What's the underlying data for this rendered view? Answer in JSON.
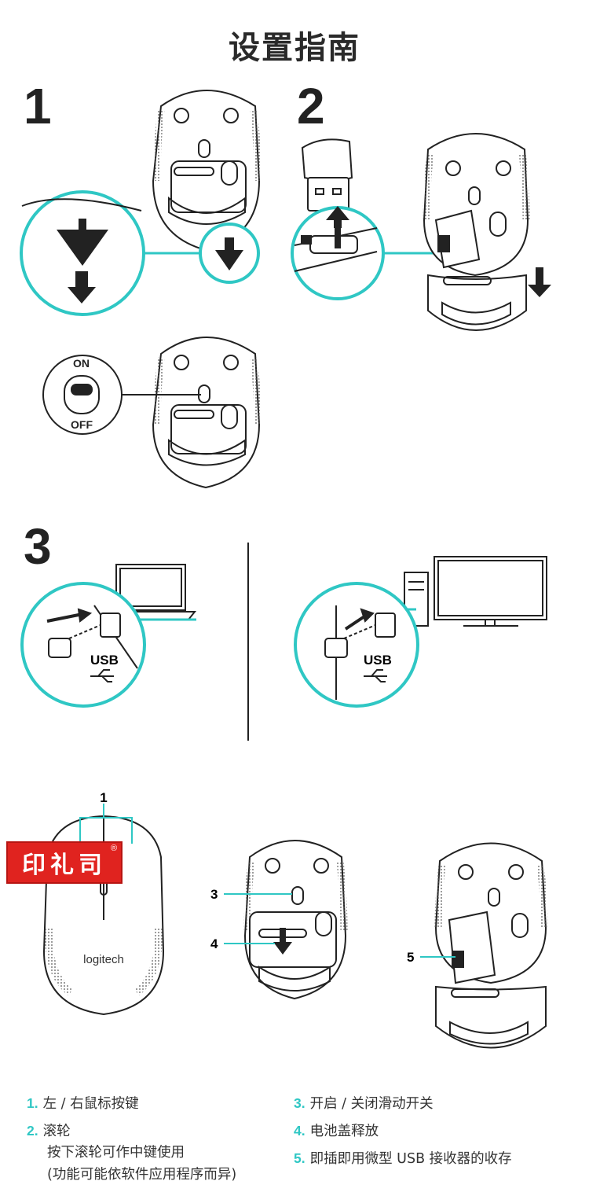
{
  "title": "设置指南",
  "steps": {
    "s1": "1",
    "s2": "2",
    "s3": "3"
  },
  "switch_labels": {
    "on": "ON",
    "off": "OFF"
  },
  "usb": {
    "label_left": "USB",
    "label_right": "USB"
  },
  "brand": {
    "logo_text": "logitech"
  },
  "callouts": {
    "c1": "1",
    "c3": "3",
    "c4": "4",
    "c5": "5"
  },
  "stamp": {
    "text": "印礼司",
    "mark": "®"
  },
  "legend": [
    {
      "num": "1.",
      "text": "左 / 右鼠标按键"
    },
    {
      "num": "2.",
      "text": "滚轮"
    },
    {
      "num": "",
      "text": "按下滚轮可作中键使用"
    },
    {
      "num": "",
      "text": "(功能可能依软件应用程序而异)"
    },
    {
      "num": "3.",
      "text": "开启 / 关闭滑动开关"
    },
    {
      "num": "4.",
      "text": "电池盖释放"
    },
    {
      "num": "5.",
      "text": "即插即用微型 USB 接收器的收存"
    }
  ],
  "colors": {
    "accent": "#2fc7c4",
    "line": "#222222",
    "stamp": "#e0231f"
  }
}
